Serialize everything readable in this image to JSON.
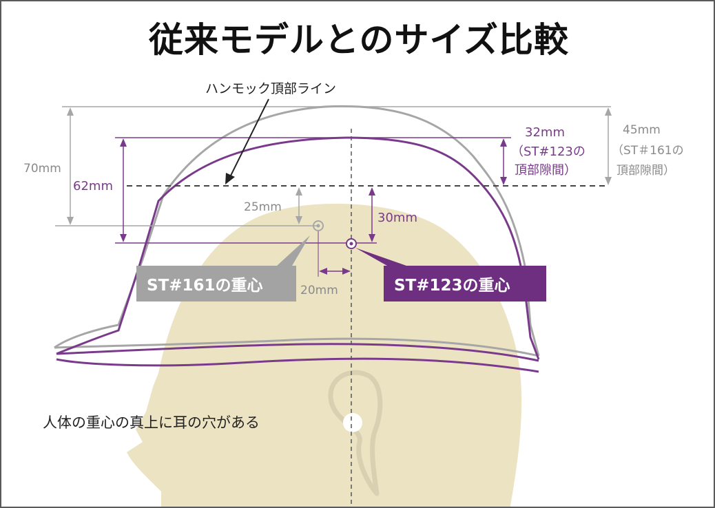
{
  "title": "従来モデルとのサイズ比較",
  "labels": {
    "hammock": "ハンモック頂部ライン",
    "dim_70": "70mm",
    "dim_62": "62mm",
    "dim_25": "25mm",
    "dim_30": "30mm",
    "dim_20": "20mm",
    "dim_32": "32mm",
    "st123_gap_line1": "（ST#123の",
    "st123_gap_line2": "頂部隙間）",
    "dim_45": "45mm",
    "st161_gap_line1": "（ST＃161の",
    "st161_gap_line2": "頂部隙間）",
    "st161_cog": "ST#161の重心",
    "st123_cog": "ST#123の重心",
    "ear_note": "人体の重心の真上に耳の穴がある"
  },
  "colors": {
    "old_model": "#a6a6a6",
    "new_model": "#7a3a8c",
    "head": "#ece3c3",
    "label_gray": "#a3a3a3",
    "label_purple": "#6e2f80"
  }
}
